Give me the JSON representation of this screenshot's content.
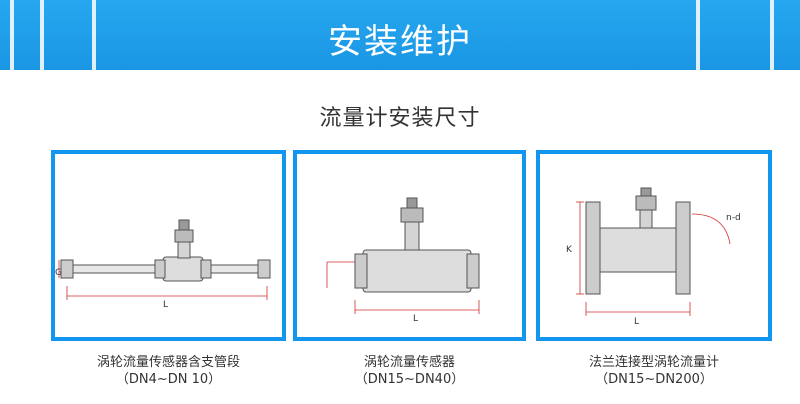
{
  "banner": {
    "title": "安装维护"
  },
  "section": {
    "title": "流量计安装尺寸"
  },
  "cards": [
    {
      "caption": "涡轮流量传感器含支管段",
      "sub": "（DN4~DN 10）",
      "dim_g": "G",
      "dim_l": "L"
    },
    {
      "caption": "涡轮流量传感器",
      "sub": "（DN15~DN40）",
      "dim_l": "L"
    },
    {
      "caption": "法兰连接型涡轮流量计",
      "sub": "（DN15~DN200）",
      "dim_k": "K",
      "dim_nd": "n-d",
      "dim_l": "L"
    }
  ],
  "colors": {
    "banner": "#1a96e4",
    "border": "#1296f0"
  }
}
